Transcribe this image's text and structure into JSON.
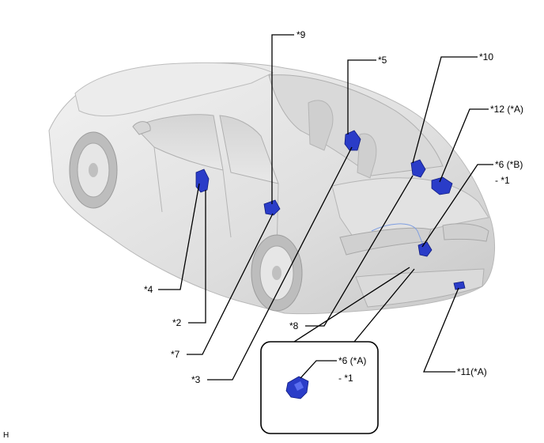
{
  "callouts": {
    "c9": "*9",
    "c5": "*5",
    "c10": "*10",
    "c12": "*12 (*A)",
    "c6b": "*6 (*B)",
    "c6b_sub": "- *1",
    "c4": "*4",
    "c2": "*2",
    "c7": "*7",
    "c3": "*3",
    "c8": "*8",
    "c11": "*11(*A)",
    "c6a": "*6 (*A)",
    "c6a_sub": "- *1"
  },
  "corner_letter": "H",
  "colors": {
    "part_blue": "#2a3cc8",
    "car_body": "#e4e4e4",
    "outline": "#000000"
  }
}
